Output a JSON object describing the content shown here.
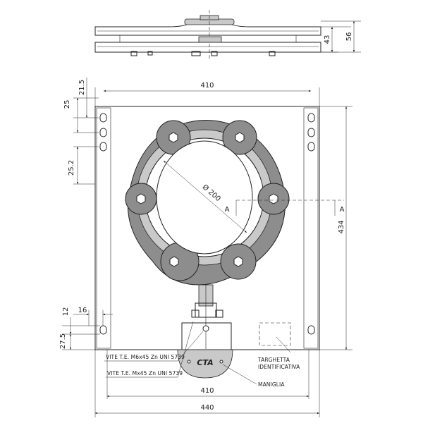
{
  "drawing": {
    "dimensions": {
      "side_height_small": "43",
      "side_height_large": "56",
      "top_width": "410",
      "hole_spacing_top": "21.5",
      "hole_offset_top": "25",
      "hole_offset_mid": "25.2",
      "ring_diameter": "Ø 200",
      "height": "434",
      "bottom_hole_y": "12",
      "bottom_hole_x": "16",
      "bottom_edge": "27.5",
      "bottom_width_inner": "410",
      "bottom_width_outer": "440"
    },
    "section": {
      "left": "A",
      "right": "A"
    },
    "labels": {
      "screw_m6": "VITE T.E. M6x45 Zn UNI 5739",
      "screw_mx": "VITE T.E. Mx45 Zn UNI 5739",
      "id_plate_line1": "TARGHETTA",
      "id_plate_line2": "IDENTIFICATIVA",
      "handle": "MANIGLIA",
      "logo": "CTA"
    }
  }
}
